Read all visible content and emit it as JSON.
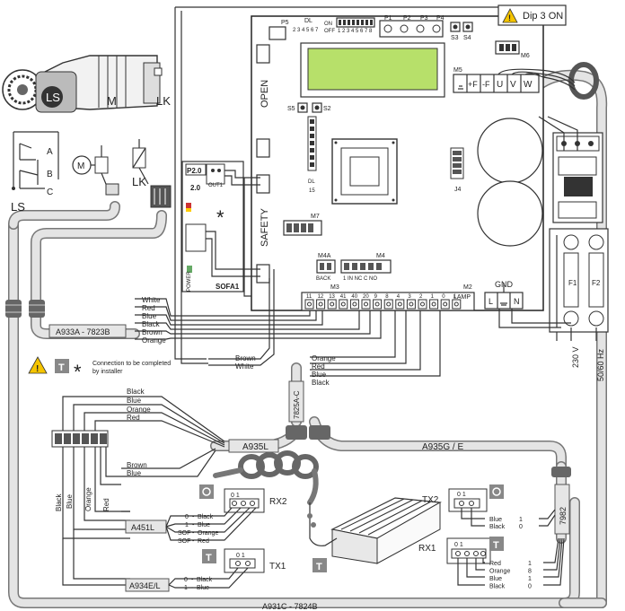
{
  "dip_note": "Dip 3 ON",
  "motor": {
    "ls": "LS",
    "m": "M",
    "lk": "LK",
    "a": "A",
    "b": "B",
    "c": "C",
    "m_circle": "M"
  },
  "board": {
    "p5": "P5",
    "dl": "DL",
    "dl_nums": "2 3 4 5 6 7",
    "on": "ON",
    "off": "OFF",
    "dip_nums": "1 2 3 4 5 6 7 8",
    "p1": "P1",
    "p2": "P2",
    "p3": "P3",
    "p4": "P4",
    "s3": "S3",
    "s4": "S4",
    "m5": "M5",
    "m6": "M6",
    "open": "OPEN",
    "safety": "SAFETY",
    "s5": "S5",
    "s2": "S2",
    "dl15": "DL",
    "dl15_num": "15",
    "j4": "J4",
    "m7": "M7",
    "m3": "M3",
    "m4a": "M4A",
    "back": "BACK",
    "m4": "M4",
    "m4_pins": "1  IN NC  C  NO",
    "m2": "M2",
    "lamp": "LAMP",
    "gnd": "GND",
    "l": "L",
    "n": "N",
    "f1": "F1",
    "f2": "F2",
    "v230": "230 V",
    "hz": "50/60 Hz",
    "m3_pins": [
      "11",
      "12",
      "13",
      "41",
      "40",
      "20",
      "9",
      "8",
      "4",
      "3",
      "2",
      "1",
      "0",
      "1"
    ],
    "m5_pins": [
      "+F",
      "-F",
      "U",
      "V",
      "W"
    ],
    "p20": "P2.0",
    "v20": "2.0",
    "out1": "OUT1",
    "sofa1": "SOFA1",
    "power": "POWER"
  },
  "cables": {
    "a933a": "A933A - 7823B",
    "a933a_wires": [
      "White",
      "Red",
      "Blue",
      "Black",
      "Brown",
      "Orange"
    ],
    "brown_white": [
      "Brown",
      "White"
    ],
    "c7825_wires": [
      "Orange",
      "Red",
      "Blue",
      "Black"
    ],
    "c7825": "7825A-C",
    "a935l": "A935L",
    "a935ge": "A935G / E",
    "a935l_wires_top": [
      "Black",
      "Blue",
      "Orange",
      "Red"
    ],
    "a935l_wires_bottom": [
      "Brown",
      "Blue"
    ],
    "vertical_wires": [
      "Black",
      "Blue",
      "Orange",
      "Red"
    ],
    "a451l": "A451L",
    "a451l_rows": [
      {
        "num": "0",
        "sep": "-",
        "color": "Black"
      },
      {
        "num": "1",
        "sep": "-",
        "color": "Blue"
      },
      {
        "num": "SOF",
        "sep": "-",
        "color": "Orange"
      },
      {
        "num": "SOF",
        "sep": "-",
        "color": "Red"
      }
    ],
    "a934el": "A934E/L",
    "a934el_rows": [
      {
        "num": "0",
        "sep": "-",
        "color": "Black"
      },
      {
        "num": "1",
        "sep": "-",
        "color": "Blue"
      }
    ],
    "a931c": "A931C - 7824B",
    "c7982": "7982",
    "tx2_rows": [
      {
        "color": "Blue",
        "num": "1"
      },
      {
        "color": "Black",
        "num": "0"
      }
    ],
    "rx1_rows": [
      {
        "color": "Red",
        "num": "1"
      },
      {
        "color": "Orange",
        "num": "8"
      },
      {
        "color": "Blue",
        "num": "1"
      },
      {
        "color": "Black",
        "num": "0"
      }
    ]
  },
  "devices": {
    "rx2": "RX2",
    "tx1": "TX1",
    "tx2": "TX2",
    "rx1": "RX1",
    "t": "T",
    "term01": "0 1"
  },
  "legend": {
    "text_line1": "Connection to be completed",
    "text_line2": "by installer",
    "t": "T",
    "asterisk": "*"
  }
}
